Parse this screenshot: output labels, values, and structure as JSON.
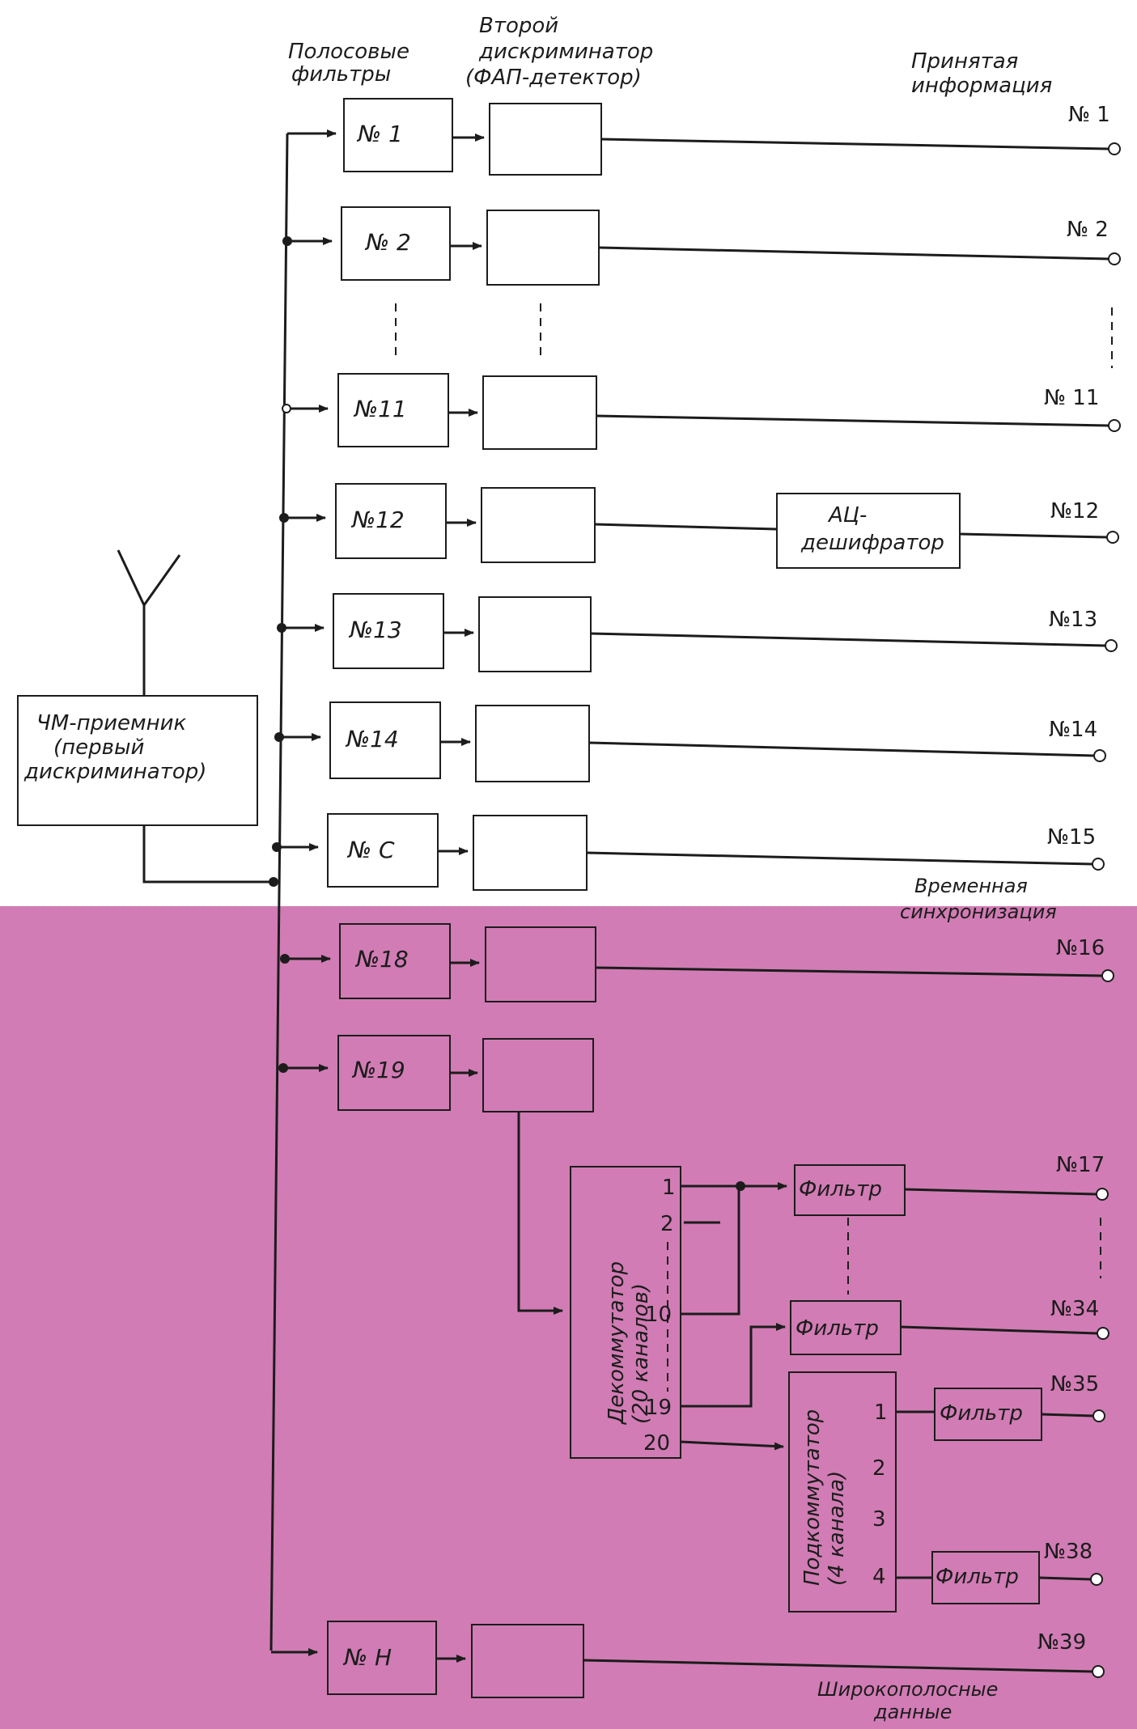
{
  "headers": {
    "filters": [
      "Полосовые",
      "фильтры"
    ],
    "discriminator": [
      "Второй",
      "дискриминатор",
      "(ФАП-детектор)"
    ],
    "received": [
      "Принятая",
      "информация"
    ]
  },
  "receiver": [
    "ЧМ-приемник",
    "(первый",
    "дискриминатор)"
  ],
  "channels": {
    "c1": {
      "filter": "№ 1",
      "out": "№ 1"
    },
    "c2": {
      "filter": "№ 2",
      "out": "№ 2"
    },
    "c11": {
      "filter": "№11",
      "out": "№ 11"
    },
    "c12": {
      "filter": "№12",
      "out": "№12"
    },
    "c13": {
      "filter": "№13",
      "out": "№13"
    },
    "c14": {
      "filter": "№14",
      "out": "№14"
    },
    "cC": {
      "filter": "№ C",
      "out": "№15"
    },
    "c18": {
      "filter": "№18",
      "out": "№16"
    },
    "c19": {
      "filter": "№19",
      "out": ""
    },
    "cH": {
      "filter": "№ H",
      "out": "№39"
    }
  },
  "adc": [
    "АЦ-",
    "дешифратор"
  ],
  "time_sync": [
    "Временная",
    "синхронизация"
  ],
  "wideband": [
    "Широкополосные",
    "данные"
  ],
  "decommutator": {
    "title": [
      "Декоммутатор",
      "(20 каналов)"
    ],
    "ports": [
      "1",
      "2",
      "10",
      "19",
      "20"
    ]
  },
  "subcommutator": {
    "title": [
      "Подкоммутатор",
      "(4 канала)"
    ],
    "ports": [
      "1",
      "2",
      "3",
      "4"
    ]
  },
  "filter_label": "Фильтр",
  "outputs": {
    "o17": "№17",
    "o34": "№34",
    "o35": "№35",
    "o38": "№38"
  }
}
